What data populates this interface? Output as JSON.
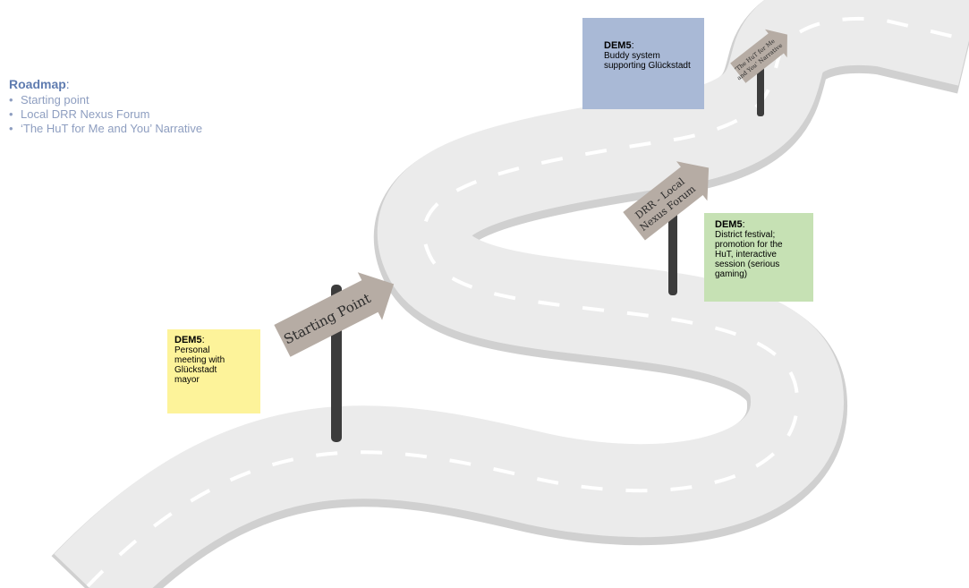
{
  "roadmap": {
    "heading": "Roadmap",
    "items": [
      "Starting point",
      "Local DRR Nexus Forum",
      "‘The HuT for Me and You’ Narrative"
    ]
  },
  "signs": {
    "start": "Starting Point",
    "forum_line1": "DRR - Local",
    "forum_line2": "Nexus Forum",
    "hut_line1": "‘The HuT for Me",
    "hut_line2": "and You’ Narrative"
  },
  "notes": {
    "yellow": {
      "title": "DEM5",
      "lines": [
        "Personal",
        "meeting with",
        "Glückstadt",
        "mayor"
      ]
    },
    "blue": {
      "title": "DEM5",
      "lines": [
        "Buddy system",
        "supporting Glückstadt"
      ]
    },
    "green": {
      "title": "DEM5",
      "lines": [
        "District festival;",
        "promotion for the",
        "HuT, interactive",
        "session (serious",
        "gaming)"
      ]
    }
  },
  "colors": {
    "road": "#ebebeb",
    "road_edge": "#d4d4d4",
    "sign": "#b6aca4",
    "post": "#3c3c3c",
    "note_yellow": "#fdf39a",
    "note_blue": "#a9b9d6",
    "note_green": "#c6e1b4"
  }
}
